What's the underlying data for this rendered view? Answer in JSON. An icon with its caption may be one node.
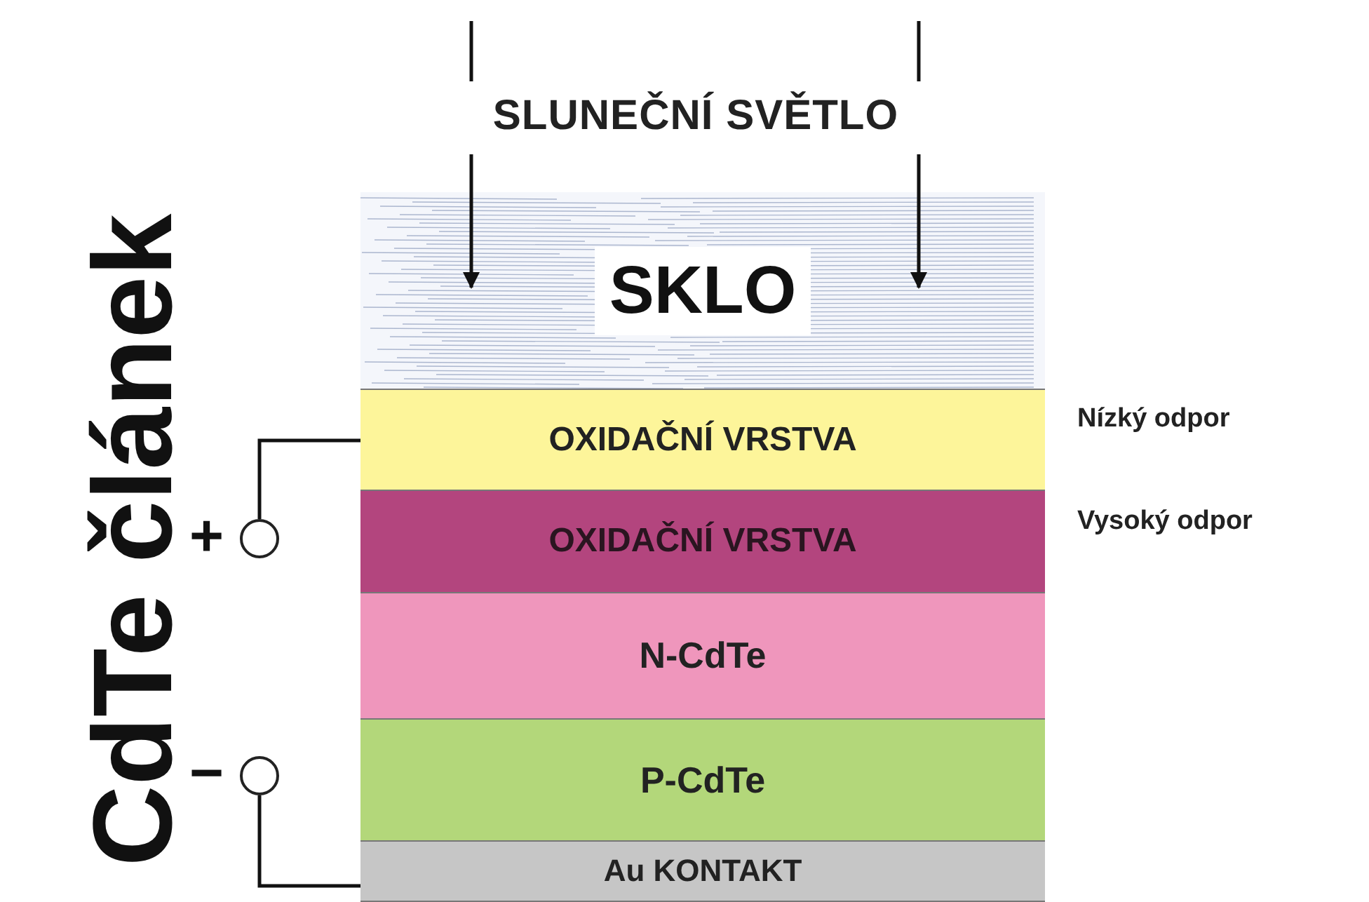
{
  "diagram": {
    "title": "CdTe článek",
    "nodes": [
      {
        "text": [
          "SKLO"
        ]
      },
      {
        "text": [
          "OXIDAČNÍ VRSTVA"
        ],
        "beside": [
          "Nízký odpor"
        ]
      },
      {
        "text": [
          "OXIDAČNÍ VRSTVA"
        ],
        "beside": [
          "Vysoký odpor"
        ]
      },
      {
        "text": [
          "N-CdTe"
        ]
      },
      {
        "text": [
          "P-CdTe"
        ]
      },
      {
        "text": [
          "Au KONTAKT"
        ]
      },
      {
        "text": [
          "SLUNEČNÍ SVĚTLO"
        ]
      },
      {
        "text": [],
        "shape": "circle",
        "beside": [
          "+"
        ]
      },
      {
        "text": [],
        "shape": "circle",
        "beside": [
          "−"
        ]
      }
    ],
    "edges": [
      {
        "from": null,
        "to": 6,
        "arrow": "none"
      },
      {
        "from": null,
        "to": 6,
        "arrow": "none"
      },
      {
        "from": 6,
        "to": 0,
        "arrow": "to"
      },
      {
        "from": 6,
        "to": 0,
        "arrow": "to"
      },
      {
        "from": 7,
        "to": 1,
        "arrow": "none"
      },
      {
        "from": 8,
        "to": 5,
        "arrow": "none"
      }
    ]
  }
}
